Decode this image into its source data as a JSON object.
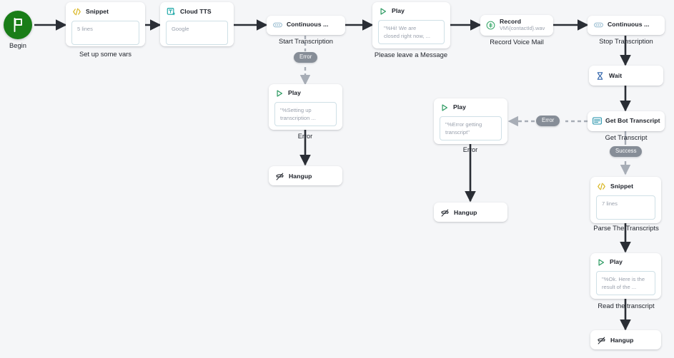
{
  "canvas": {
    "background": "#f5f6f8",
    "accent_green": "#197d18",
    "badge_gray": "#868d97",
    "arrow_dark": "#2a2e35",
    "arrow_dashed": "#a7adb6",
    "body_border": "#cfe0e6",
    "placeholder_text": "#9aa1ad"
  },
  "nodes": {
    "begin": {
      "name": "Begin",
      "caption": "Begin"
    },
    "snippet_vars": {
      "title": "Snippet",
      "body": "5 lines",
      "caption": "Set up some vars",
      "icon": "code-icon"
    },
    "cloud_tts": {
      "title": "Cloud TTS",
      "body": "Google",
      "caption": "",
      "icon": "text-to-speech-icon"
    },
    "start_transcription": {
      "title": "Continuous ...",
      "caption": "Start Transcription",
      "icon": "closed-caption-icon"
    },
    "play_greeting": {
      "title": "Play",
      "body": "\"%Hi! We are\nclosed right now, ...",
      "caption": "Please leave a Message",
      "icon": "play-icon"
    },
    "record_vm": {
      "title": "Record",
      "subtitle": "VM\\{contactId}.wav",
      "caption": "Record Voice Mail",
      "icon": "record-icon"
    },
    "stop_transcription": {
      "title": "Continuous ...",
      "caption": "Stop Transcription",
      "icon": "closed-caption-icon"
    },
    "wait": {
      "title": "Wait",
      "caption": "",
      "icon": "hourglass-icon"
    },
    "get_bot_transcript": {
      "title": "Get Bot Transcript",
      "caption": "Get Transcript",
      "icon": "transcript-card-icon"
    },
    "snippet_parse": {
      "title": "Snippet",
      "body": "7 lines",
      "caption": "Parse The Transcripts",
      "icon": "code-icon"
    },
    "play_result": {
      "title": "Play",
      "body": "\"%Ok. Here is the\nresult of the ...",
      "caption": "Read the transcript",
      "icon": "play-icon"
    },
    "hangup_right": {
      "title": "Hangup",
      "caption": "",
      "icon": "hangup-icon"
    },
    "play_setup_error": {
      "title": "Play",
      "body": "\"%Setting up\ntranscription ...",
      "caption": "",
      "icon": "play-icon"
    },
    "hangup_mid_left": {
      "title": "Hangup",
      "caption": "",
      "icon": "hangup-icon"
    },
    "play_transcript_error": {
      "title": "Play",
      "body": "\"%Error getting\ntranscript\"",
      "caption": "",
      "icon": "play-icon"
    },
    "hangup_mid": {
      "title": "Hangup",
      "caption": "",
      "icon": "hangup-icon"
    }
  },
  "edge_badges": {
    "start_transcription_error": "Error",
    "get_bot_transcript_error": "Error",
    "get_bot_transcript_success": "Success"
  },
  "edge_labels": {
    "setup_error_to_hangup": "Error",
    "transcript_error_to_hangup": "Error"
  }
}
